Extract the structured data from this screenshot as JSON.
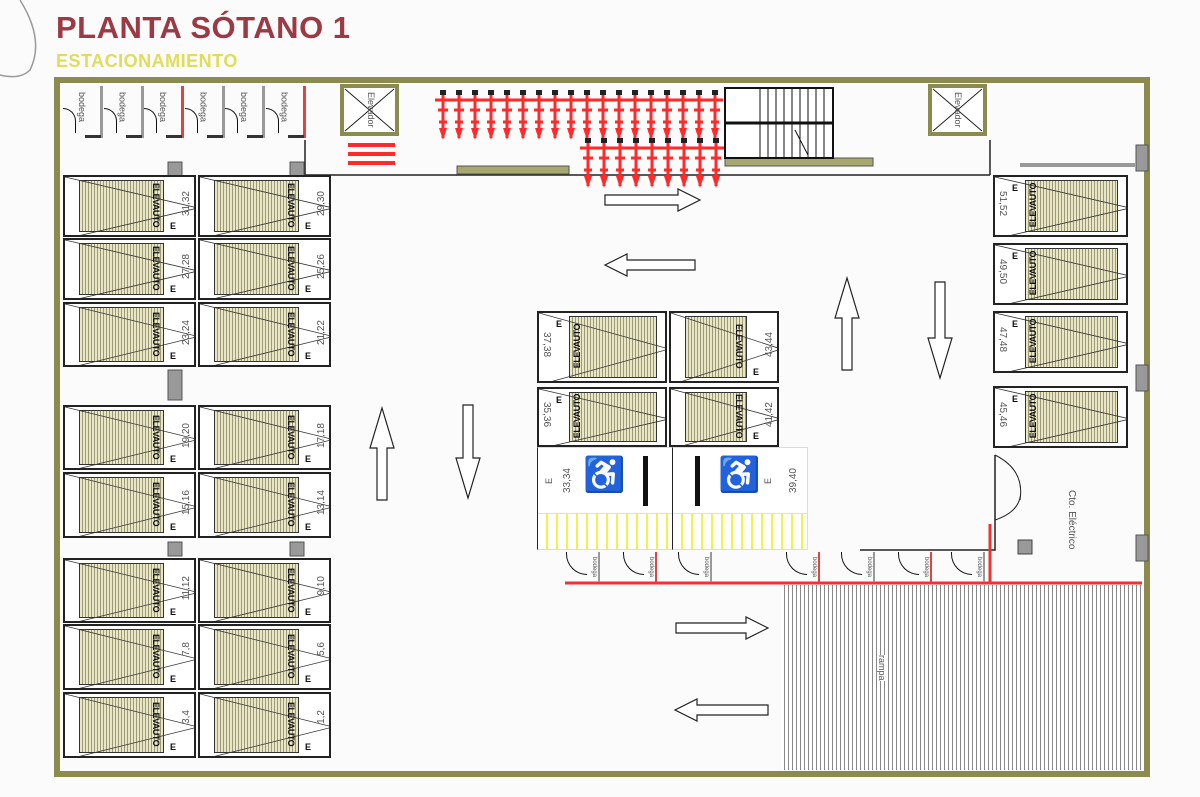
{
  "header": {
    "title": "PLANTA SÓTANO 1",
    "subtitle": "ESTACIONAMIENTO"
  },
  "colors": {
    "title": "#9b3a44",
    "subtitle": "#dede5a",
    "wall": "#8b8b50",
    "bike": "#ff2a2a",
    "accessible": "#f2f24a"
  },
  "stall_brand": "ELEVAUTO",
  "stall_mark": "E",
  "left_col_a": [
    "31,32",
    "27,28",
    "23,24",
    "19,20",
    "15,16",
    "11,12",
    "7,8",
    "3,4"
  ],
  "left_col_b": [
    "29,30",
    "25,26",
    "21,22",
    "17,18",
    "13,14",
    "9,10",
    "5,6",
    "1,2"
  ],
  "center_left": [
    "37,38",
    "35,36"
  ],
  "center_right": [
    "43,44",
    "41,42"
  ],
  "accessible": [
    "33,34",
    "39,40"
  ],
  "right_col": [
    "51,52",
    "49,50",
    "47,48",
    "45,46"
  ],
  "rooms": {
    "storage": "bodega",
    "elevator": "Elevador",
    "electrical": "Cto. Eléctrico",
    "ramp": "rampa"
  },
  "top_storage": [
    "bodega",
    "bodega",
    "bodega",
    "bodega",
    "bodega",
    "bodega"
  ],
  "bottom_storage": [
    "bodega",
    "bodega",
    "bodega",
    "bodega",
    "bodega",
    "bodega",
    "bodega"
  ]
}
